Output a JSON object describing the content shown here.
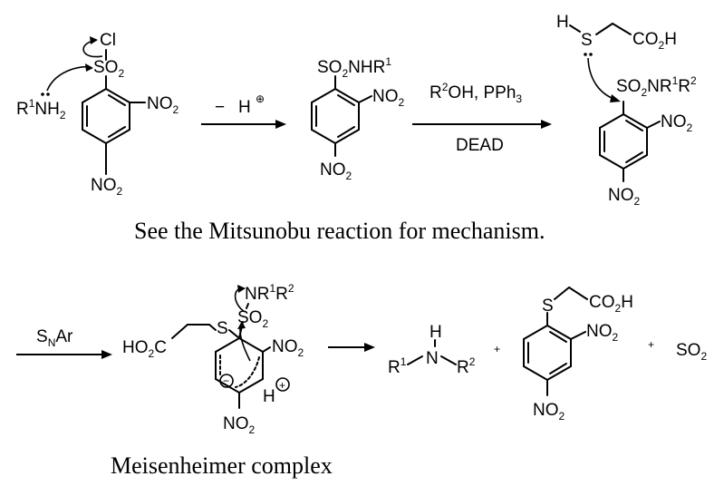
{
  "molecule_a": {
    "sulfonyl_chloride": "Cl",
    "so2": "SO",
    "so2_sub": "2",
    "amine_r": "R",
    "amine_r_sup": "1",
    "amine_nh": "NH",
    "amine_nh_sub": "2",
    "nitro_ortho": "NO",
    "nitro_ortho_sub": "2",
    "nitro_para": "NO",
    "nitro_para_sub": "2"
  },
  "step1": {
    "minus": "−",
    "label": "H",
    "charge": "⊕"
  },
  "molecule_b": {
    "sulfonamide": "SO",
    "sulfonamide_sub": "2",
    "sulfonamide_rest": "NHR",
    "sulfonamide_sup": "1",
    "nitro_ortho": "NO",
    "nitro_ortho_sub": "2",
    "nitro_para": "NO",
    "nitro_para_sub": "2"
  },
  "step2": {
    "reagent_r": "R",
    "reagent_sup": "2",
    "reagent_rest": "OH, PPh",
    "reagent_sub": "3",
    "below": "DEAD"
  },
  "molecule_c": {
    "thiol_h": "H",
    "thiol_s": "S",
    "acid": "CO",
    "acid_sub": "2",
    "acid_h": "H",
    "sulfonamide": "SO",
    "sulfonamide_sub": "2",
    "nr": "NR",
    "nr_sup1": "1",
    "r2": "R",
    "r2_sup": "2",
    "nitro_ortho": "NO",
    "nitro_ortho_sub": "2",
    "nitro_para": "NO",
    "nitro_para_sub": "2"
  },
  "caption_mitsunobu": "See the Mitsunobu reaction for mechanism.",
  "step3": {
    "label": "S",
    "label_sub": "N",
    "label_rest": "Ar"
  },
  "meisenheimer": {
    "acid": "HO",
    "acid_sub": "2",
    "acid_c": "C",
    "s": "S",
    "so2": "SO",
    "so2_sub": "2",
    "nr": "NR",
    "nr_sup1": "1",
    "r2": "R",
    "r2_sup": "2",
    "nitro_ortho": "NO",
    "nitro_ortho_sub": "2",
    "nitro_para": "NO",
    "nitro_para_sub": "2",
    "minus": "−",
    "h": "H",
    "h_charge": "+"
  },
  "caption_meisenheimer": "Meisenheimer complex",
  "products": {
    "amine_r1": "R",
    "amine_r1_sup": "1",
    "amine_n": "N",
    "amine_h": "H",
    "amine_r2": "R",
    "amine_r2_sup": "2",
    "plus1": "+",
    "thioether_s": "S",
    "thioether_acid": "CO",
    "thioether_acid_sub": "2",
    "thioether_acid_h": "H",
    "nitro_ortho": "NO",
    "nitro_ortho_sub": "2",
    "nitro_para": "NO",
    "nitro_para_sub": "2",
    "plus2": "+",
    "so2": "SO",
    "so2_sub": "2"
  }
}
